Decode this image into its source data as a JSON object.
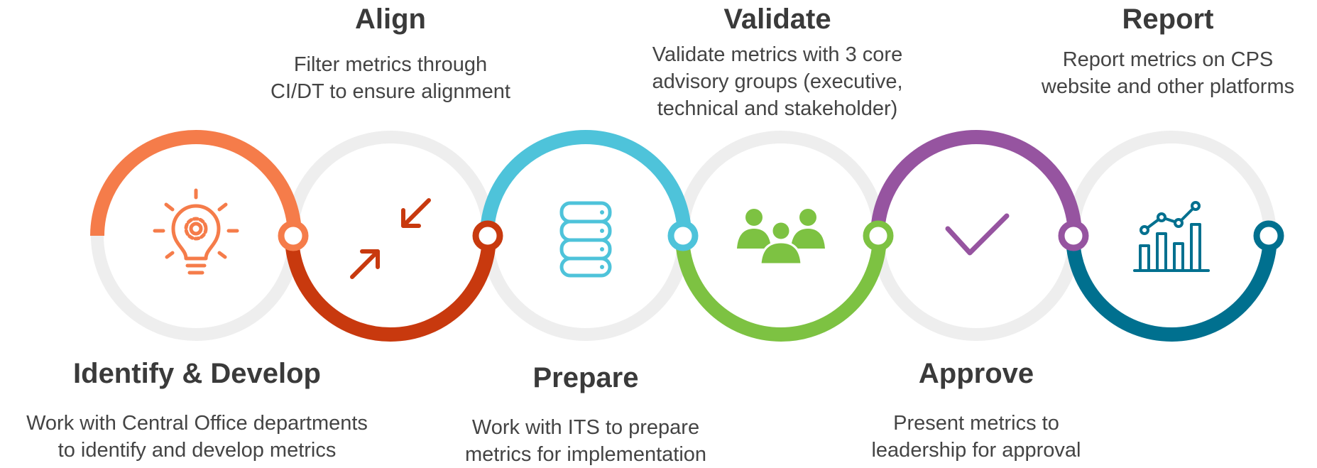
{
  "steps": [
    {
      "title": "Identify & Develop",
      "desc": [
        "Work with Central Office departments",
        "to identify and develop metrics"
      ],
      "color": "#F57C4A",
      "icon": "lightbulb-gear-icon"
    },
    {
      "title": "Align",
      "desc": [
        "Filter metrics through",
        "CI/DT to ensure alignment"
      ],
      "color": "#C8390E",
      "icon": "arrows-converge-icon"
    },
    {
      "title": "Prepare",
      "desc": [
        "Work with ITS to prepare",
        "metrics for implementation"
      ],
      "color": "#4EC3DA",
      "icon": "database-icon"
    },
    {
      "title": "Validate",
      "desc": [
        "Validate metrics with 3 core",
        "advisory groups (executive,",
        "technical and stakeholder)"
      ],
      "color": "#7DC242",
      "icon": "people-group-icon"
    },
    {
      "title": "Approve",
      "desc": [
        "Present metrics to",
        "leadership for approval"
      ],
      "color": "#9654A0",
      "icon": "checkmark-icon"
    },
    {
      "title": "Report",
      "desc": [
        "Report metrics on CPS",
        "website and other platforms"
      ],
      "color": "#00708F",
      "icon": "bar-line-chart-icon"
    }
  ],
  "track_color": "#EEEEEE"
}
